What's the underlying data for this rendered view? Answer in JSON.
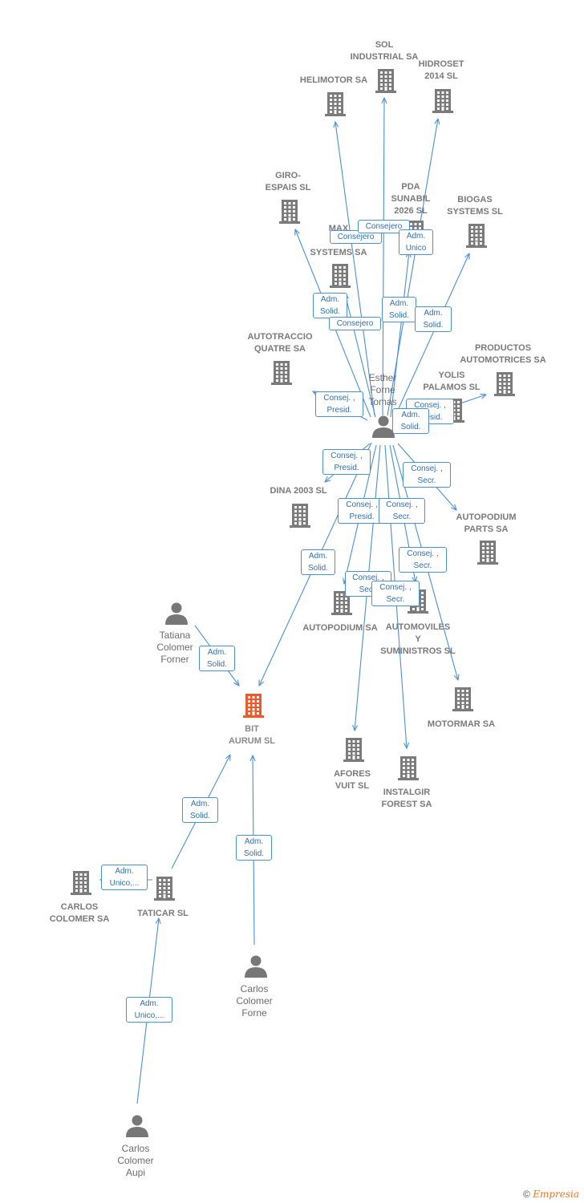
{
  "colors": {
    "edge": "#4a90d9",
    "building": "#7b7b7b",
    "focus": "#f05a2a",
    "person": "#777777",
    "label": "#7a7a7a"
  },
  "nodes": [
    {
      "id": "sol",
      "type": "company",
      "label": "SOL\nINDUSTRIAL SA"
    },
    {
      "id": "hidroset",
      "type": "company",
      "label": "HIDROSET\n2014  SL"
    },
    {
      "id": "helimotor",
      "type": "company",
      "label": "HELIMOTOR SA"
    },
    {
      "id": "giro",
      "type": "company",
      "label": "GIRO-\nESPAIS  SL"
    },
    {
      "id": "pda",
      "type": "company",
      "label": "PDA\nSUNABIL\n2026  SL"
    },
    {
      "id": "biogas",
      "type": "company",
      "label": "BIOGAS\nSYSTEMS SL"
    },
    {
      "id": "max",
      "type": "company",
      "label": "MAX\nR...\nSYSTEMS SA"
    },
    {
      "id": "autotraccio",
      "type": "company",
      "label": "AUTOTRACCIO\nQUATRE SA"
    },
    {
      "id": "productos",
      "type": "company",
      "label": "PRODUCTOS\nAUTOMOTRICES SA"
    },
    {
      "id": "yolis",
      "type": "company",
      "label": "YOLIS\nPALAMOS  SL"
    },
    {
      "id": "esther",
      "type": "person",
      "label": "Esther\nForne\nTomas"
    },
    {
      "id": "dina",
      "type": "company",
      "label": "DINA 2003 SL"
    },
    {
      "id": "autopodium_parts",
      "type": "company",
      "label": "AUTOPODIUM\nPARTS SA"
    },
    {
      "id": "autopodium",
      "type": "company",
      "label": "AUTOPODIUM SA"
    },
    {
      "id": "automoviles",
      "type": "company",
      "label": "AUTOMOVILES\nY\nSUMINISTROS SL"
    },
    {
      "id": "tatiana",
      "type": "person",
      "label": "Tatiana\nColomer\nForner"
    },
    {
      "id": "bit",
      "type": "focus",
      "label": "BIT\nAURUM  SL"
    },
    {
      "id": "motormar",
      "type": "company",
      "label": "MOTORMAR SA"
    },
    {
      "id": "afores",
      "type": "company",
      "label": "AFORES\nVUIT SL"
    },
    {
      "id": "instalgir",
      "type": "company",
      "label": "INSTALGIR\nFOREST SA"
    },
    {
      "id": "carlos_sa",
      "type": "company",
      "label": "CARLOS\nCOLOMER SA"
    },
    {
      "id": "taticar",
      "type": "company",
      "label": "TATICAR SL"
    },
    {
      "id": "carlos_forne",
      "type": "person",
      "label": "Carlos\nColomer\nForne"
    },
    {
      "id": "carlos_aupi",
      "type": "person",
      "label": "Carlos\nColomer\nAupi"
    }
  ],
  "edges": [
    {
      "from": "esther",
      "to": "helimotor",
      "label": "Consejero"
    },
    {
      "from": "esther",
      "to": "sol",
      "label": "Consejero"
    },
    {
      "from": "esther",
      "to": "hidroset",
      "label": "Adm.\nUnico"
    },
    {
      "from": "esther",
      "to": "giro",
      "label": "Adm.\nSolid."
    },
    {
      "from": "esther",
      "to": "pda",
      "label": "Adm.\nSolid."
    },
    {
      "from": "esther",
      "to": "max",
      "label": "Consejero"
    },
    {
      "from": "esther",
      "to": "biogas",
      "label": "Adm.\nSolid."
    },
    {
      "from": "esther",
      "to": "autotraccio",
      "label": "Consej. ,\nPresid."
    },
    {
      "from": "esther",
      "to": "yolis",
      "label": "Consej. ,\nPresid."
    },
    {
      "from": "esther",
      "to": "productos",
      "label": "Adm.\nSolid."
    },
    {
      "from": "esther",
      "to": "dina",
      "label": "Consej. ,\nPresid."
    },
    {
      "from": "esther",
      "to": "autopodium_parts",
      "label": "Consej. ,\nSecr."
    },
    {
      "from": "esther",
      "to": "autopodium",
      "label": "Consej. ,\nPresid."
    },
    {
      "from": "esther",
      "to": "automoviles",
      "label": "Consej. ,\nSecr."
    },
    {
      "from": "esther",
      "to": "motormar",
      "label": "Consej. ,\nSecr."
    },
    {
      "from": "esther",
      "to": "afores",
      "label": "Consej. ,\nSecr."
    },
    {
      "from": "esther",
      "to": "instalgir",
      "label": "Consej. ,\nSecr."
    },
    {
      "from": "esther",
      "to": "bit",
      "label": "Adm.\nSolid."
    },
    {
      "from": "tatiana",
      "to": "bit",
      "label": "Adm.\nSolid."
    },
    {
      "from": "taticar",
      "to": "bit",
      "label": "Adm.\nSolid."
    },
    {
      "from": "carlos_forne",
      "to": "bit",
      "label": "Adm.\nSolid."
    },
    {
      "from": "taticar",
      "to": "carlos_sa",
      "label": "Adm.\nUnico,..."
    },
    {
      "from": "carlos_aupi",
      "to": "taticar",
      "label": "Adm.\nUnico,..."
    }
  ],
  "footer": {
    "copyright": "©",
    "brand": "Empresia"
  }
}
